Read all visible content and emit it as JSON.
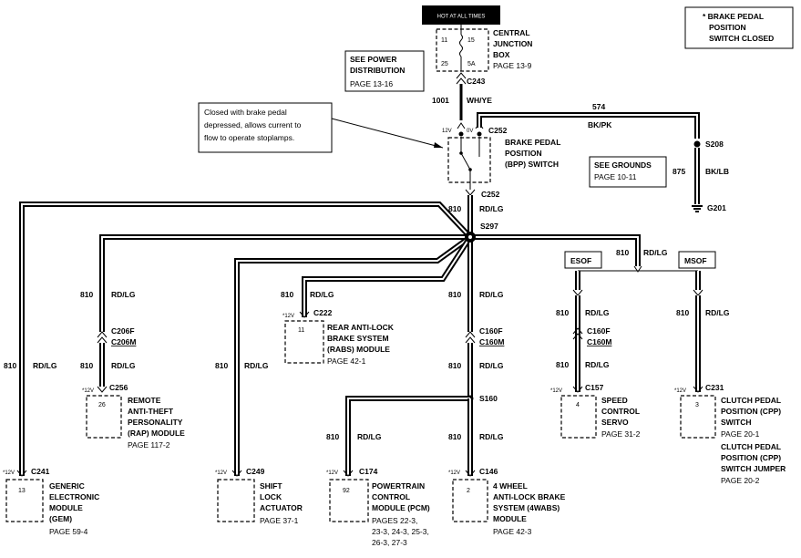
{
  "hot_box": "HOT AT ALL TIMES",
  "legend": [
    "* BRAKE PEDAL",
    "POSITION",
    "SWITCH CLOSED"
  ],
  "cjb": {
    "pin_top_left": "11",
    "pin_top_right": "15",
    "pin_bot_left": "25",
    "pin_bot_right": "5A",
    "name": [
      "CENTRAL",
      "JUNCTION",
      "BOX"
    ],
    "page": "PAGE 13-9"
  },
  "power_ref": {
    "lines": [
      "SEE POWER",
      "DISTRIBUTION"
    ],
    "page": "PAGE 13-16"
  },
  "c243": "C243",
  "wire_1001": {
    "circuit": "1001",
    "color": "WH/YE"
  },
  "callout": [
    "Closed with brake pedal",
    "depressed, allows current to",
    "flow to operate stoplamps."
  ],
  "bpp": {
    "v12": "12V",
    "v0": "0V",
    "c252_top": "C252",
    "c252_bot": "C252",
    "name": [
      "BRAKE PEDAL",
      "POSITION",
      "(BPP) SWITCH"
    ]
  },
  "wire_574": {
    "circuit": "574",
    "color": "BK/PK"
  },
  "s208": "S208",
  "wire_875": {
    "circuit": "875",
    "color": "BK/LB"
  },
  "g201": "G201",
  "grounds_ref": {
    "line": "SEE GROUNDS",
    "page": "PAGE 10-11"
  },
  "wire_810": {
    "circuit": "810",
    "color": "RD/LG"
  },
  "s297": "S297",
  "s160": "S160",
  "esof": "ESOF",
  "msof": "MSOF",
  "c206f": "C206F",
  "c206m": "C206M",
  "c160f_a": "C160F",
  "c160m_a": "C160M",
  "c160f_b": "C160F",
  "c160m_b": "C160M",
  "rabs": {
    "v": "*12V",
    "conn": "C222",
    "pin": "11",
    "name": [
      "REAR ANTI-LOCK",
      "BRAKE SYSTEM",
      "(RABS) MODULE"
    ],
    "page": "PAGE 42-1"
  },
  "rap": {
    "v": "*12V",
    "conn": "C256",
    "pin": "26",
    "name": [
      "REMOTE",
      "ANTI-THEFT",
      "PERSONALITY",
      "(RAP) MODULE"
    ],
    "page": "PAGE 117-2"
  },
  "speed": {
    "v": "*12V",
    "conn": "C157",
    "pin": "4",
    "name": [
      "SPEED",
      "CONTROL",
      "SERVO"
    ],
    "page": "PAGE 31-2"
  },
  "clutch": {
    "v": "*12V",
    "conn": "C231",
    "pin": "3",
    "name": [
      "CLUTCH PEDAL",
      "POSITION (CPP)",
      "SWITCH"
    ],
    "page": "PAGE 20-1",
    "name2": [
      "CLUTCH PEDAL",
      "POSITION (CPP)",
      "SWITCH JUMPER"
    ],
    "page2": "PAGE 20-2"
  },
  "gem": {
    "v": "*12V",
    "conn": "C241",
    "pin": "13",
    "name": [
      "GENERIC",
      "ELECTRONIC",
      "MODULE",
      "(GEM)"
    ],
    "page": "PAGE 59-4"
  },
  "shift": {
    "v": "*12V",
    "conn": "C249",
    "name": [
      "SHIFT",
      "LOCK",
      "ACTUATOR"
    ],
    "page": "PAGE 37-1"
  },
  "pcm": {
    "v": "*12V",
    "conn": "C174",
    "pin": "92",
    "name": [
      "POWERTRAIN",
      "CONTROL",
      "MODULE (PCM)"
    ],
    "pages": [
      "PAGES 22-3,",
      "23-3, 24-3, 25-3,",
      "26-3, 27-3"
    ]
  },
  "fourwabs": {
    "v": "*12V",
    "conn": "C146",
    "pin": "2",
    "name": [
      "4 WHEEL",
      "ANTI-LOCK BRAKE",
      "SYSTEM (4WABS)",
      "MODULE"
    ],
    "page": "PAGE 42-3"
  }
}
